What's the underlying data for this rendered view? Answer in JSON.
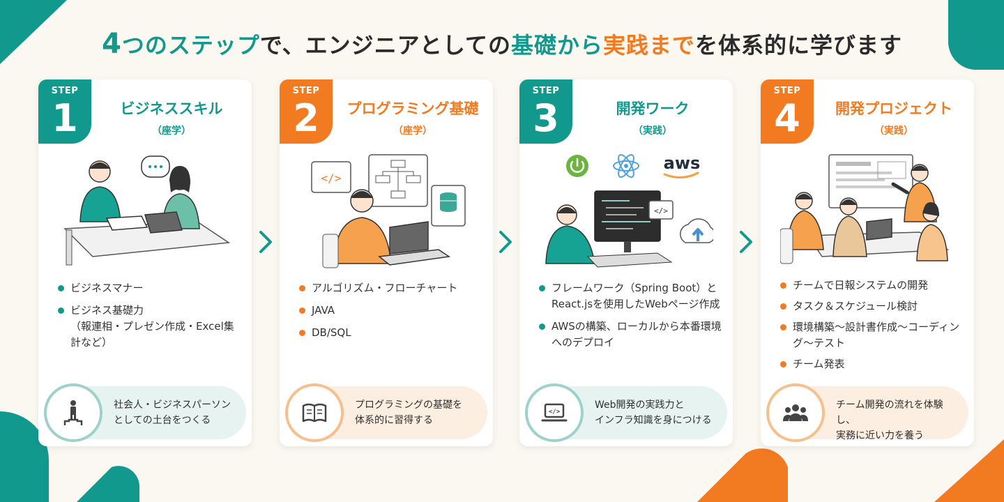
{
  "title": {
    "part1": "4つのステップ",
    "part2": "で、エンジニアとしての",
    "part3": "基礎から",
    "part4": "実践まで",
    "part5": "を体系的に学びます"
  },
  "colors": {
    "teal": "#12998e",
    "orange": "#f27a21",
    "background": "#fbf8f1"
  },
  "steps": [
    {
      "step_label": "STEP",
      "number": "1",
      "title": "ビジネススキル",
      "subtitle": "（座学）",
      "bullets": [
        {
          "text": "ビジネスマナー"
        },
        {
          "text": "ビジネス基礎力",
          "note": "（報連相・プレゼン作成・Excel集計など）"
        }
      ],
      "summary": [
        "社会人・ビジネスパーソン",
        "としての土台をつくる"
      ],
      "summary_icon": "person-on-podium-icon"
    },
    {
      "step_label": "STEP",
      "number": "2",
      "title": "プログラミング基礎",
      "subtitle": "（座学）",
      "bullets": [
        {
          "text": "アルゴリズム・フローチャート"
        },
        {
          "text": "JAVA"
        },
        {
          "text": "DB/SQL"
        }
      ],
      "summary": [
        "プログラミングの基礎を",
        "体系的に習得する"
      ],
      "summary_icon": "open-book-icon"
    },
    {
      "step_label": "STEP",
      "number": "3",
      "title": "開発ワーク",
      "subtitle": "（実践）",
      "bullets": [
        {
          "text": "フレームワーク（Spring Boot）とReact.jsを使用したWebページ作成"
        },
        {
          "text": "AWSの構築、ローカルから本番環境へのデプロイ"
        }
      ],
      "summary": [
        "Web開発の実践力と",
        "インフラ知識を身につける"
      ],
      "summary_icon": "laptop-code-icon",
      "logos": {
        "aws": "aws"
      }
    },
    {
      "step_label": "STEP",
      "number": "4",
      "title": "開発プロジェクト",
      "subtitle": "（実践）",
      "bullets": [
        {
          "text": "チームで日報システムの開発"
        },
        {
          "text": "タスク＆スケジュール検討"
        },
        {
          "text": "環境構築〜設計書作成〜コーディング〜テスト"
        },
        {
          "text": "チーム発表"
        }
      ],
      "summary": [
        "チーム開発の流れを体験し、",
        "実務に近い力を養う"
      ],
      "summary_icon": "team-icon"
    }
  ]
}
